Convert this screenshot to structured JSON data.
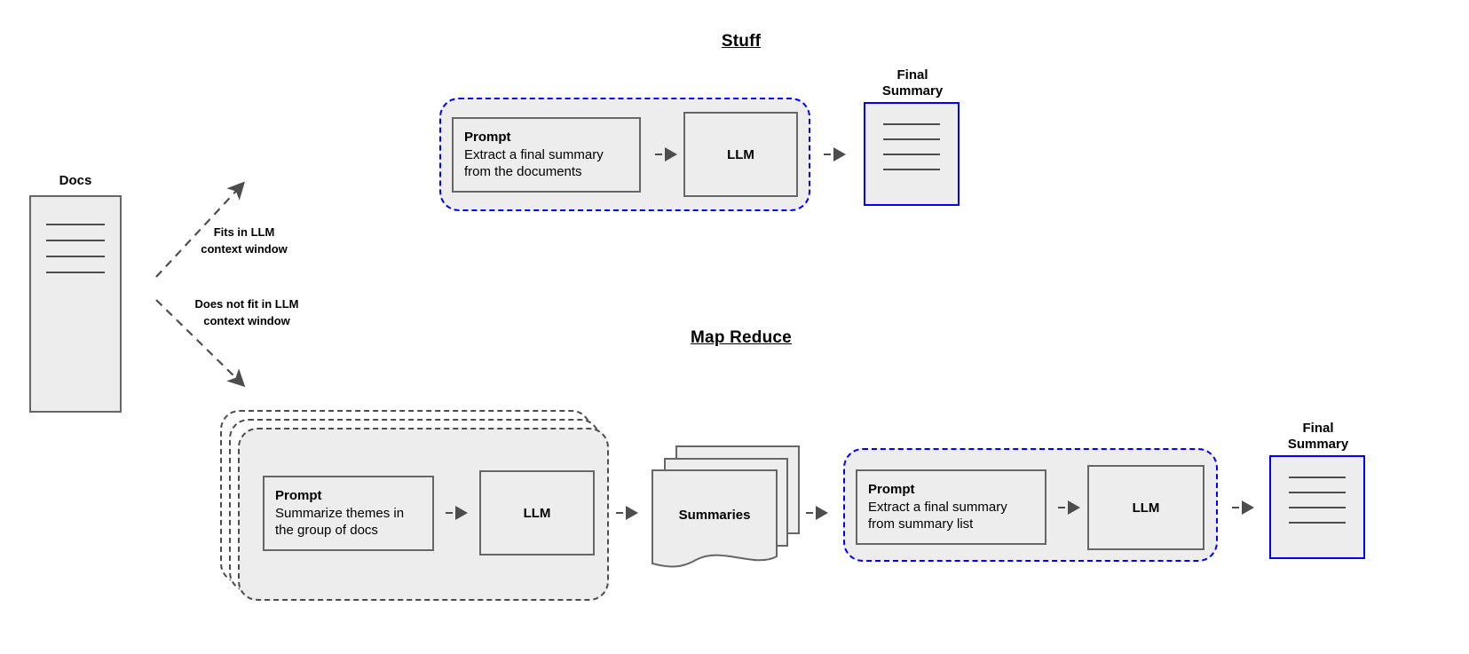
{
  "diagram": {
    "title_stuff": "Stuff",
    "title_map_reduce": "Map Reduce"
  },
  "docs": {
    "label": "Docs",
    "line_count": 4
  },
  "branches": [
    {
      "label": "Fits in LLM\ncontext window",
      "target": "stuff"
    },
    {
      "label": "Does not fit in LLM\ncontext window",
      "target": "map-reduce"
    }
  ],
  "stuff": {
    "prompt": {
      "title": "Prompt",
      "body": "Extract a final summary\nfrom the documents"
    },
    "llm_label": "LLM",
    "final_summary": {
      "caption": "Final\nSummary",
      "line_count": 4
    }
  },
  "map_reduce": {
    "map_stage": {
      "stack_count": 3,
      "prompt": {
        "title": "Prompt",
        "body": "Summarize themes in\nthe group of docs"
      },
      "llm_label": "LLM"
    },
    "summaries": {
      "label": "Summaries",
      "sheet_count": 3
    },
    "reduce_stage": {
      "prompt": {
        "title": "Prompt",
        "body": "Extract a final summary\nfrom summary list"
      },
      "llm_label": "LLM"
    },
    "final_summary": {
      "caption": "Final\nSummary",
      "line_count": 4
    }
  },
  "colors": {
    "accent_blue": "#0000ff",
    "shape_fill": "#ededed",
    "shape_stroke": "#666666",
    "arrow": "#4d4d4d"
  }
}
